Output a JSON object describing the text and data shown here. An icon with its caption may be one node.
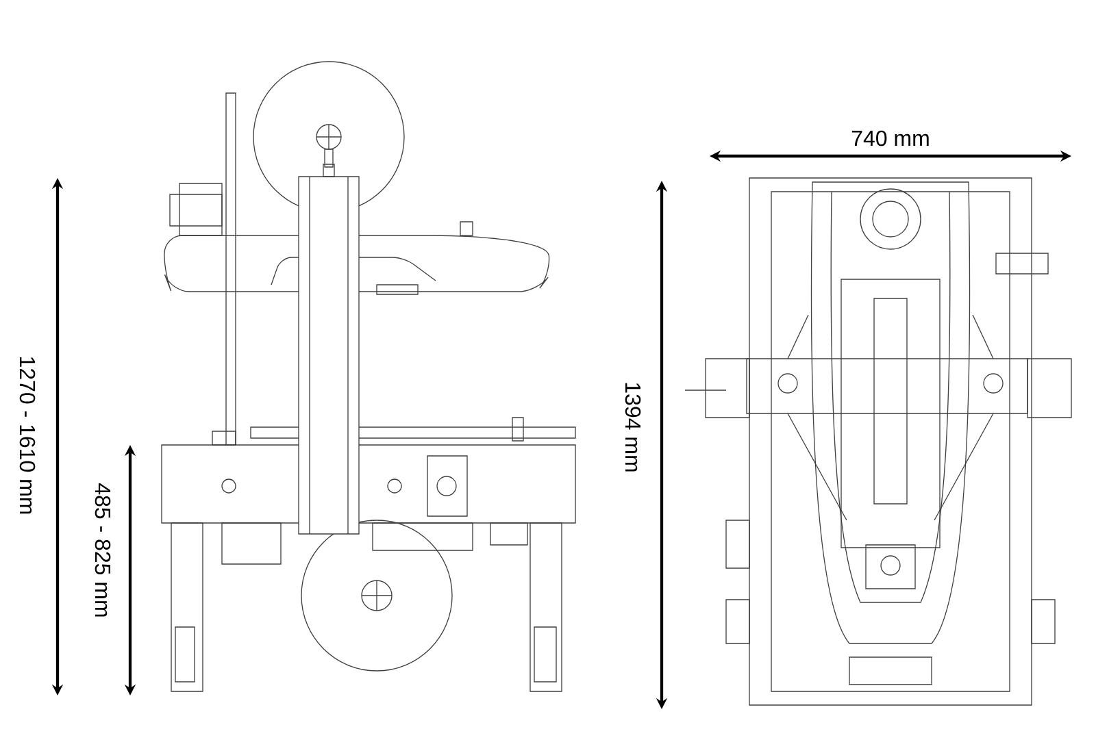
{
  "diagram": {
    "labels": [
      "1270 - 1610 mm",
      "485 - 825 mm",
      "1394 mm",
      "740 mm"
    ]
  }
}
